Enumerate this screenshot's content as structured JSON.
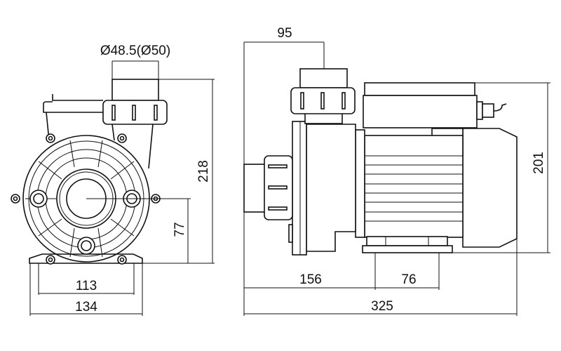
{
  "drawing": {
    "front_view": {
      "inlet_diameter": "Ø48.5(Ø50)",
      "total_height": "218",
      "shaft_height": "77",
      "base_inner_width": "113",
      "base_outer_width": "134"
    },
    "side_view": {
      "outlet_offset": "95",
      "motor_height": "201",
      "foot_position": "156",
      "foot_spacing": "76",
      "total_length": "325"
    },
    "line_color": "#111111"
  }
}
